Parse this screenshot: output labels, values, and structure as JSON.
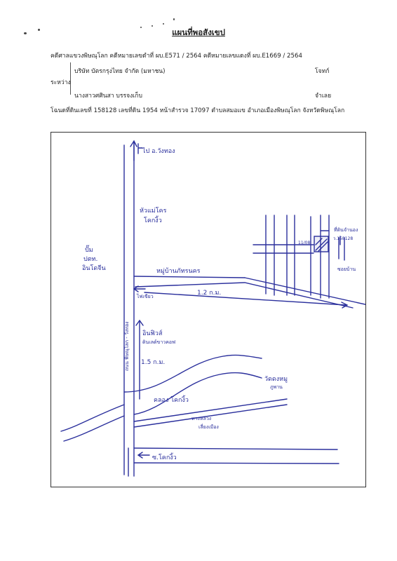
{
  "header": {
    "title": "แผนที่พอสังเขป",
    "case_line": "คดีศาลแขวงพิษณุโลก  คดีหมายเลขดำที่  ผบ.E571 / 2564  คดีหมายเลขแดงที่  ผบ.E1669 / 2564",
    "plaintiff": "บริษัท บัตรกรุงไทย จำกัด (มหาชน)",
    "plaintiff_role": "โจทก์",
    "between_label": "ระหว่าง",
    "defendant": "นางสาวศศินสา  บรรจงเก็บ",
    "defendant_role": "จำเลย",
    "deed_line": "โฉนดที่ดินเลขที่ 158128 เลขที่ดิน 1954  หน้าสำรวจ 17097   ตำบลสมอแข  อำเภอเมืองพิษณุโลก  จังหวัดพิษณุโลก"
  },
  "map": {
    "labels": {
      "top_road": "ไป อ.วังทอง",
      "main_road": "ถนน พิษณุโลก - วังทอง",
      "left_note_1": "ปั๊ม",
      "left_note_2": "ปตท.",
      "left_note_3": "อินโดจีน",
      "junction": "หัวแม่โคร",
      "junction_2": "โคกงิ้ว",
      "village": "หมู่บ้านภัทรนคร",
      "distance_1": "1.2 ก.ม.",
      "left_small": "ไฟเขียว",
      "shop": "อินฟิวส์",
      "shop_2": "ดินเลด์ขาวคอฟ",
      "distance_2": "1.5 ก.ม.",
      "canal": "คลอง โคกงิ้ว",
      "temple": "วัดดงหมู",
      "temple_2": "ภูพาน",
      "bottom_road": "ทางหลวง",
      "bottom_road_2": "เลี่ยงเมือง",
      "footer_road": "ซ.โคกงิ้ว",
      "plot_code": "11/08",
      "plot_marker": "ที่ดินจำนอง",
      "plot_marker_2": "ว.158128",
      "right_side": "ซอยบ้าน"
    }
  },
  "colors": {
    "ink": "#2a2f9c",
    "text": "#222222",
    "border": "#333333"
  }
}
